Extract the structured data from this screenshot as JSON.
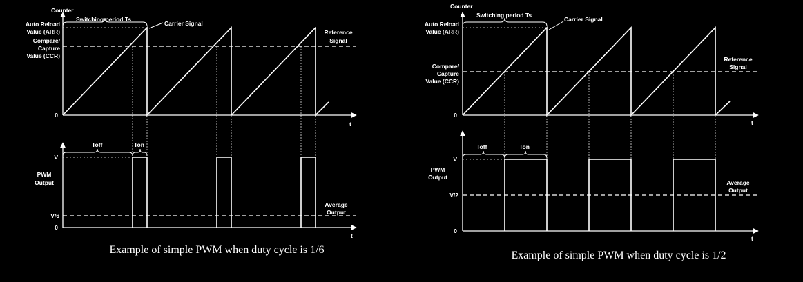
{
  "diagrams": [
    {
      "counter_label": "Counter",
      "switching_period_label": "Switching period Ts",
      "carrier_label": "Carrier Signal",
      "arr_label": [
        "Auto Reload",
        "Value (ARR)"
      ],
      "ccr_label": [
        "Compare/",
        "Capture",
        "Value (CCR)"
      ],
      "reference_label": [
        "Reference",
        "Signal"
      ],
      "zero_top": "0",
      "t_top": "t",
      "toff_label": "Toff",
      "ton_label": "Ton",
      "v_label": "V",
      "pwm_label": [
        "PWM",
        "Output"
      ],
      "avg_value_label": "V/6",
      "average_label": [
        "Average",
        "Output"
      ],
      "zero_bottom": "0",
      "t_bottom": "t",
      "caption": "Example of simple PWM when duty cycle is 1/6",
      "duty_cycle": 0.1667
    },
    {
      "counter_label": "Counter",
      "switching_period_label": "Switching period Ts",
      "carrier_label": "Carrier Signal",
      "arr_label": [
        "Auto Reload",
        "Value (ARR)"
      ],
      "ccr_label": [
        "Compare/",
        "Capture",
        "Value (CCR)"
      ],
      "reference_label": [
        "Reference",
        "Signal"
      ],
      "zero_top": "0",
      "t_top": "t",
      "toff_label": "Toff",
      "ton_label": "Ton",
      "v_label": "V",
      "pwm_label": [
        "PWM",
        "Output"
      ],
      "avg_value_label": "V/2",
      "average_label": [
        "Average",
        "Output"
      ],
      "zero_bottom": "0",
      "t_bottom": "t",
      "caption": "Example of simple PWM when duty cycle is 1/2",
      "duty_cycle": 0.5
    }
  ]
}
